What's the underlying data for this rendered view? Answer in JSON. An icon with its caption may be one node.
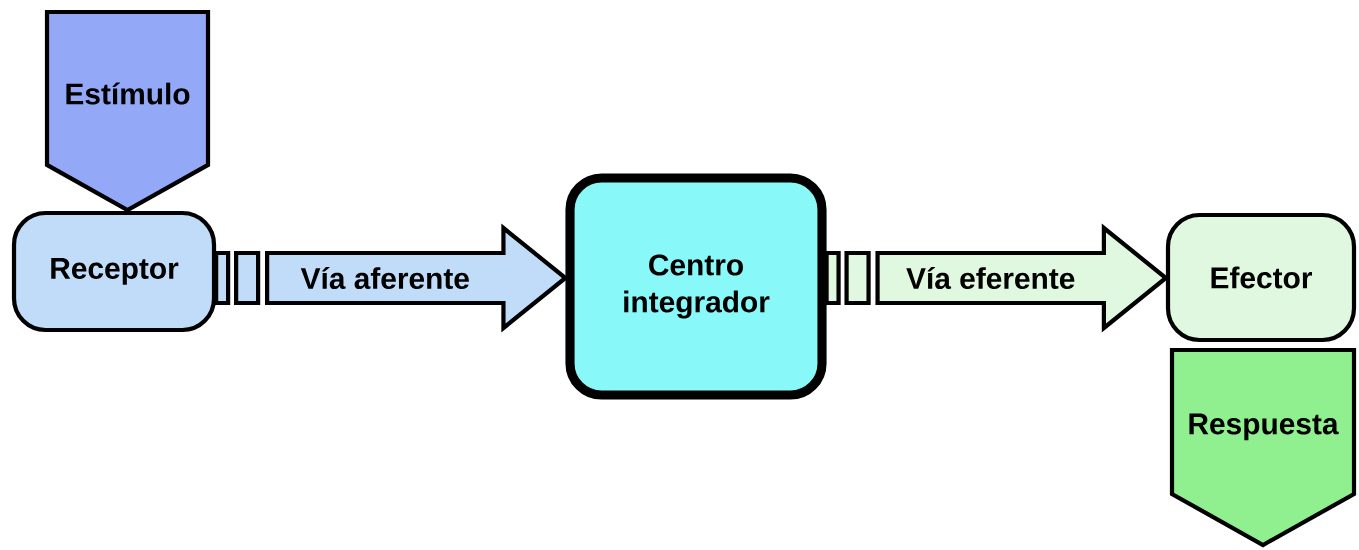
{
  "diagram": {
    "nodes": [
      {
        "text": [
          "Estímulo"
        ]
      },
      {
        "text": [
          "Receptor"
        ]
      },
      {
        "text": [
          "Centro integrador"
        ]
      },
      {
        "text": [
          "Efector"
        ]
      },
      {
        "text": [
          "Respuesta"
        ]
      }
    ],
    "edges": [
      {
        "from": 1,
        "to": 2,
        "arrow": "to",
        "label": "Vía aferente"
      },
      {
        "from": 2,
        "to": 3,
        "arrow": "to",
        "label": "Vía eferente"
      }
    ]
  }
}
